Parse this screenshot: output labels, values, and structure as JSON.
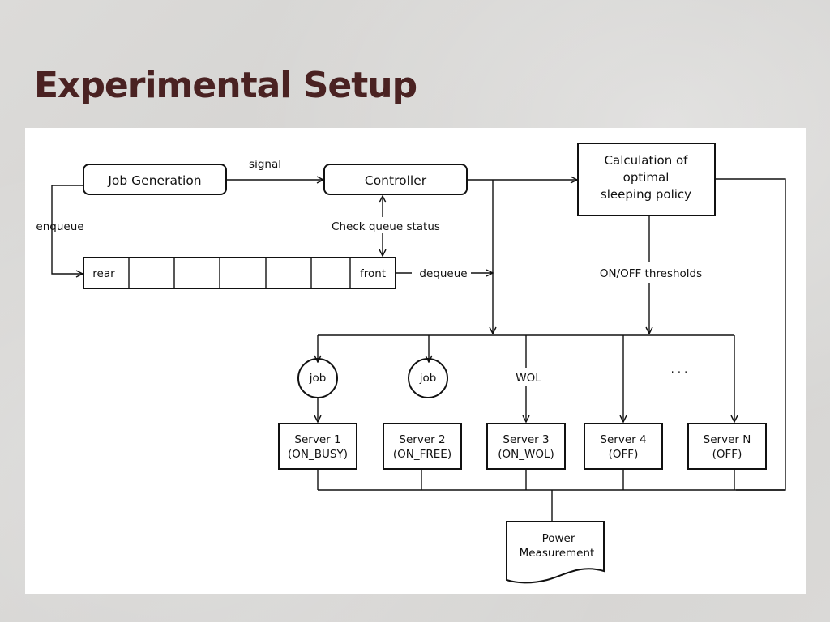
{
  "slide": {
    "title": "Experimental Setup"
  },
  "diagram": {
    "job_generation": "Job Generation",
    "controller": "Controller",
    "signal": "signal",
    "enqueue": "enqueue",
    "check_queue_status": "Check queue status",
    "queue_rear": "rear",
    "queue_front": "front",
    "dequeue": "dequeue",
    "calculation_line1": "Calculation of",
    "calculation_line2": "optimal",
    "calculation_line3": "sleeping policy",
    "thresholds": "ON/OFF thresholds",
    "job_circle_1": "job",
    "job_circle_2": "job",
    "wol": "WOL",
    "ellipsis": "· · ·",
    "servers": [
      {
        "name": "Server 1",
        "state": "(ON_BUSY)"
      },
      {
        "name": "Server 2",
        "state": "(ON_FREE)"
      },
      {
        "name": "Server 3",
        "state": "(ON_WOL)"
      },
      {
        "name": "Server 4",
        "state": "(OFF)"
      },
      {
        "name": "Server N",
        "state": "(OFF)"
      }
    ],
    "power_line1": "Power",
    "power_line2": "Measurement"
  }
}
